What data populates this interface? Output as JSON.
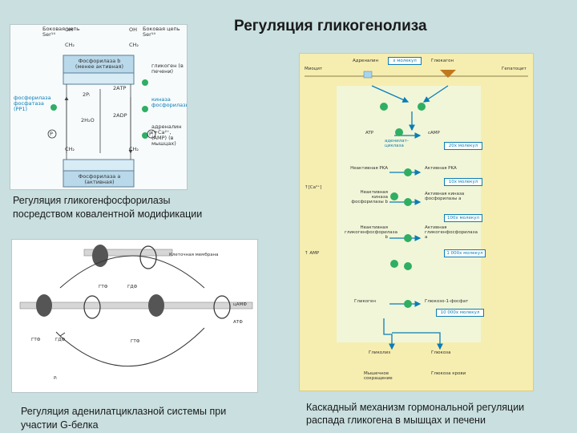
{
  "slide": {
    "title": "Регуляция гликогенолиза",
    "captions": {
      "covalent_line1": "Регуляция гликогенфосфорилазы",
      "covalent_line2": "посредством ковалентной модификации",
      "gprotein_line1": "Регуляция аденилатциклазной системы при",
      "gprotein_line2": "участии G-белка",
      "cascade_line1": "Каскадный механизм гормональной регуляции",
      "cascade_line2": "распада гликогена в мышцах и печени"
    }
  },
  "covalent_diagram": {
    "oh_chain_left": "Боковая цепь Ser¹⁴",
    "oh_chain_right": "Боковая цепь Ser¹⁴",
    "oh_left": "OH",
    "oh_right": "OH",
    "ch2": "CH₂",
    "enzyme_b": "Фосфорилаза b (менее активная)",
    "hormone": "гликоген (в печени)",
    "atp": "2АТР",
    "adp": "2ADP",
    "pi": "2Pᵢ",
    "h2o": "2H₂O",
    "kinase": "киназа фосфорилазы",
    "phosphatase": "фосфорилаза фосфатаза (PP1)",
    "adrenaline": "адреналин (+Ca²⁺, (AMP) (в мышцах)",
    "enzyme_a": "Фосфорилаза a (активная)",
    "p_label": "P"
  },
  "gprotein_diagram": {
    "membrane": "Клеточная мембрана",
    "gtp": "ГТФ",
    "gdp": "ГДФ",
    "camp": "цАМФ",
    "atp": "АТФ",
    "pi": "Pᵢ"
  },
  "cascade_diagram": {
    "muscle": "Миоцит",
    "hepatocyte": "Гепатоцит",
    "adrenaline": "Адреналин",
    "molecule": "x молекул",
    "glucagon": "Глюкагон",
    "atp": "ATP",
    "camp": "cAMP",
    "ac": "аденилат-циклаза",
    "camp_count": "20x молекул",
    "pka_inactive": "Неактивная PKA",
    "pka_active": "Активная PKA",
    "pka_count": "10x молекул",
    "ca": "↑[Ca²⁺]",
    "kinase_inactive": "Неактивная киназа фосфорилазы b",
    "kinase_active": "Активная киназа фосфорилазы a",
    "kinase_count": "100x молекул",
    "phos_inactive": "Неактивная гликогенфосфорилаза b",
    "phos_active": "Активная гликогенфосфорилаза a",
    "phos_count": "1 000x молекул",
    "amp": "↑ AMP",
    "glycogen": "Гликоген",
    "g1p": "Глюкозо-1-фосфат",
    "g1p_count": "10 000x молекул",
    "glycolysis": "Гликолиз",
    "glucose": "Глюкоза",
    "muscle_contraction": "Мышечное сокращение",
    "blood_glucose": "Глюкоза крови"
  }
}
